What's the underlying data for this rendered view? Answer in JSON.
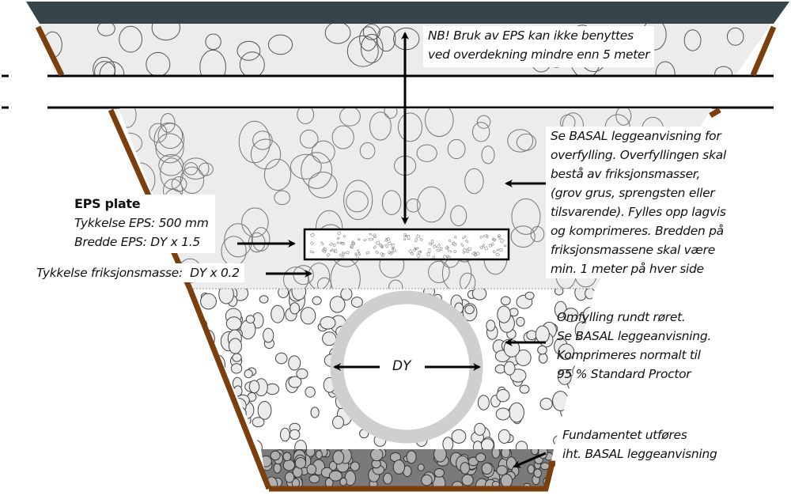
{
  "diagram": {
    "title": "Tverrsnitt rørgrøft med EPS-plate",
    "colors": {
      "top_layer": "#37444a",
      "trench_wall": "#7b3f0e",
      "cover_fill": "#ececec",
      "bedding_fill": "#ffffff",
      "foundation_fill": "#7a7a7a",
      "pipe_ring": "#cfcfcf",
      "stone_outline": "#555555"
    },
    "notes": {
      "top": {
        "lines": [
          "NB! Bruk av EPS kan ikke benyttes",
          "ved overdekning mindre enn 5 meter"
        ]
      },
      "overfill": {
        "lines": [
          "Se BASAL leggeanvisning for",
          "overfylling. Overfyllingen skal",
          "bestå av friksjonsmasser,",
          "(grov grus, sprengsten eller",
          "tilsvarende). Fylles opp lagvis",
          "og komprimeres. Bredden på",
          "friksjonsmassene skal være",
          "min. 1 meter på hver side"
        ]
      },
      "eps_plate": {
        "title": "EPS plate",
        "rows": [
          {
            "key": "Tykkelse EPS:",
            "value": "500 mm"
          },
          {
            "key": "Bredde EPS:",
            "value": "DY x 1.5"
          }
        ]
      },
      "friction": {
        "text": "Tykkelse friksjonsmasse:  DY x 0.2"
      },
      "bedding": {
        "lines": [
          "Omfylling rundt røret.",
          "Se BASAL leggeanvisning.",
          "Komprimeres normalt til",
          "95 % Standard Proctor"
        ]
      },
      "foundation": {
        "lines": [
          "Fundamentet utføres",
          "iht. BASAL leggeanvisning"
        ]
      }
    },
    "pipe": {
      "diameter_label": "DY"
    }
  }
}
